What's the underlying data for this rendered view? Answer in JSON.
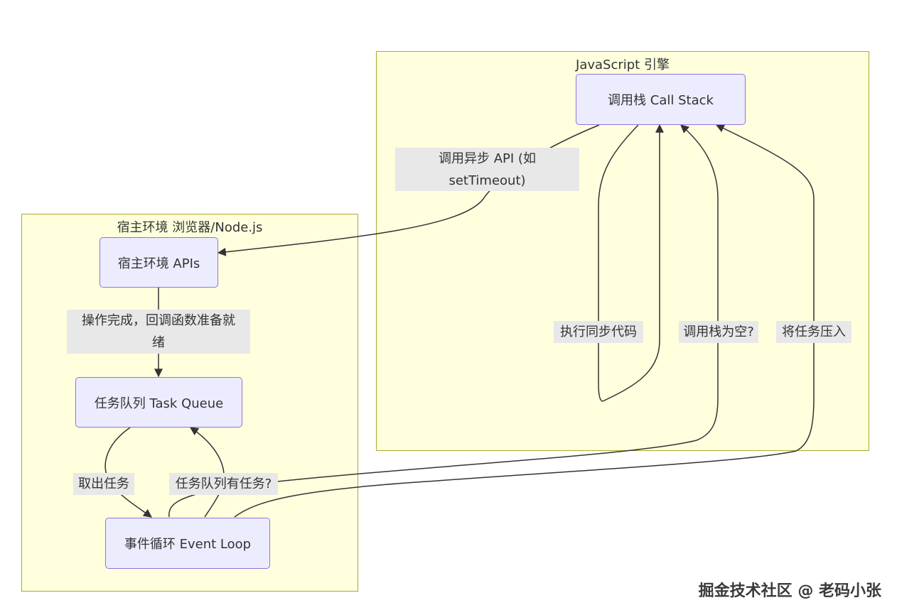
{
  "clusters": {
    "engine": {
      "title": "JavaScript 引擎"
    },
    "host": {
      "title": "宿主环境 浏览器/Node.js"
    }
  },
  "nodes": {
    "call_stack": "调用栈 Call Stack",
    "host_apis": "宿主环境 APIs",
    "task_queue": "任务队列 Task Queue",
    "event_loop": "事件循环 Event Loop"
  },
  "edges": {
    "async_api_line1": "调用异步 API (如",
    "async_api_line2": "setTimeout)",
    "op_done_line1": "操作完成，回调函数准备就",
    "op_done_line2": "绪",
    "run_sync": "执行同步代码",
    "stack_empty": "调用栈为空?",
    "push_task": "将任务压入",
    "take_task": "取出任务",
    "queue_has_task": "任务队列有任务?"
  },
  "watermark": "掘金技术社区 @ 老码小张",
  "colors": {
    "cluster_fill": "#ffffde",
    "cluster_border": "#aaaa33",
    "node_fill": "#ececff",
    "node_border": "#9370db",
    "edge_label_bg": "#e8e8e8",
    "edge_stroke": "#333333"
  }
}
